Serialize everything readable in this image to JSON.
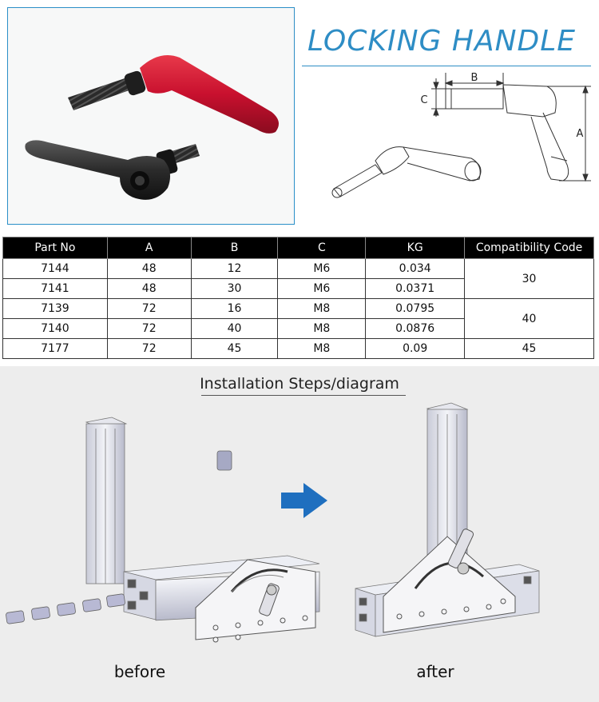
{
  "title": "LOCKING HANDLE",
  "drawing": {
    "dim_labels": {
      "a": "A",
      "b": "B",
      "c": "C"
    }
  },
  "colors": {
    "accent": "#2e8dc5",
    "handle_red": "#c8102e",
    "handle_black": "#2b2b2b",
    "table_header": "#000000",
    "arrow_blue": "#1f6fbf"
  },
  "table": {
    "headers": [
      "Part No",
      "A",
      "B",
      "C",
      "KG",
      "Compatibility Code"
    ],
    "rows": [
      {
        "part_no": "7144",
        "a": "48",
        "b": "12",
        "c": "M6",
        "kg": "0.034"
      },
      {
        "part_no": "7141",
        "a": "48",
        "b": "30",
        "c": "M6",
        "kg": "0.0371"
      },
      {
        "part_no": "7139",
        "a": "72",
        "b": "16",
        "c": "M8",
        "kg": "0.0795"
      },
      {
        "part_no": "7140",
        "a": "72",
        "b": "40",
        "c": "M8",
        "kg": "0.0876"
      },
      {
        "part_no": "7177",
        "a": "72",
        "b": "45",
        "c": "M8",
        "kg": "0.09"
      }
    ],
    "compat_codes": [
      "30",
      "40",
      "45"
    ]
  },
  "install": {
    "title": "Installation Steps/diagram",
    "before_label": "before",
    "after_label": "after",
    "arrow_icon": "arrow-right-icon"
  }
}
